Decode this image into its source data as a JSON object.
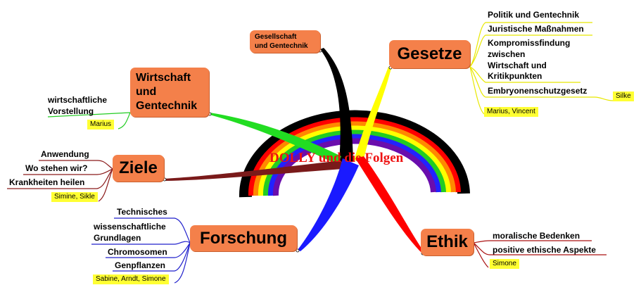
{
  "center": {
    "title": "DOLLY und die Folgen"
  },
  "branches": {
    "gesellschaft": {
      "label_line1": "Gesellschaft",
      "label_line2": "und Gentechnik"
    },
    "gesetze": {
      "label": "Gesetze",
      "items": [
        "Politik und Gentechnik",
        "Juristische Maßnahmen",
        "Kompromissfindung",
        "zwischen",
        "Wirtschaft und",
        "Kritikpunkten",
        "Embryonenschutzgesetz"
      ],
      "tags": [
        "Silke",
        "Marius, Vincent"
      ]
    },
    "wirtschaft": {
      "label_line1": "Wirtschaft",
      "label_line2": "und",
      "label_line3": "Gentechnik",
      "items": [
        "wirtschaftliche",
        "Vorstellung"
      ],
      "tags": [
        "Marius"
      ]
    },
    "ziele": {
      "label": "Ziele",
      "items": [
        "Anwendung",
        "Wo stehen wir?",
        "Krankheiten heilen"
      ],
      "tags": [
        "Simine, Sikle"
      ]
    },
    "forschung": {
      "label": "Forschung",
      "items": [
        "Technisches",
        "wissenschaftliche",
        "Grundlagen",
        "Chromosomen",
        "Genpflanzen"
      ],
      "tags": [
        "Sabine, Arndt, Simone"
      ]
    },
    "ethik": {
      "label": "Ethik",
      "items": [
        "moralische Bedenken",
        "positive ethische Aspekte"
      ],
      "tags": [
        "Simone"
      ]
    }
  },
  "colors": {
    "node_fill": "#f4804a",
    "tag_fill": "#ffff33",
    "title": "#ee1111",
    "rainbow": [
      "#000000",
      "#ff0000",
      "#ff8800",
      "#ffff00",
      "#22cc22",
      "#2222ff",
      "#6a0dad"
    ]
  }
}
